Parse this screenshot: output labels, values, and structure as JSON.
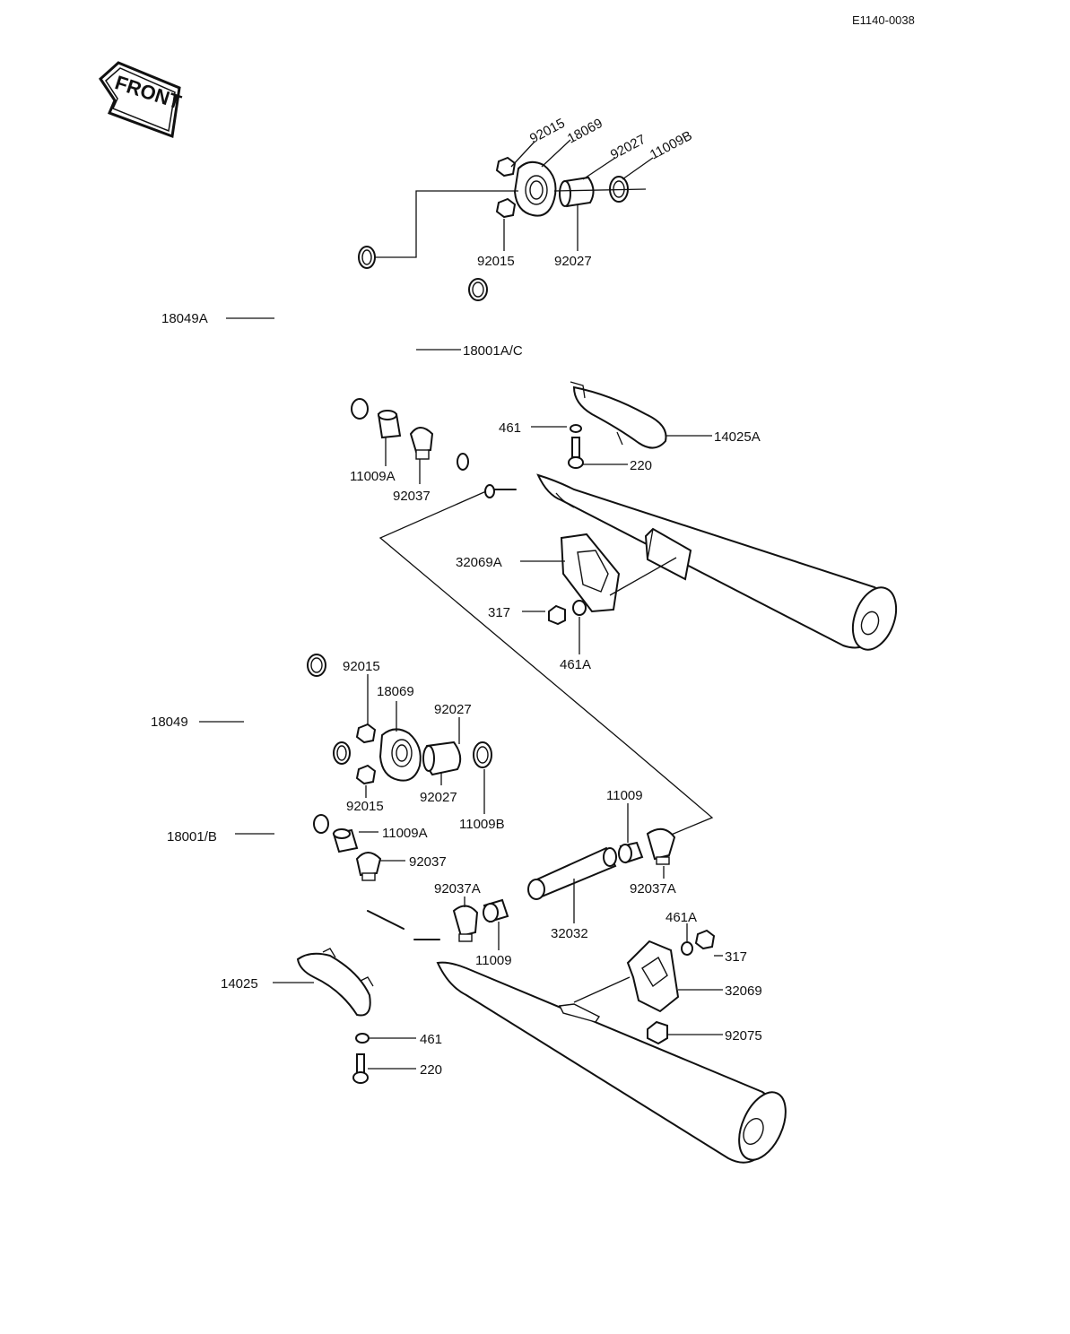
{
  "diagram_code": "E1140-0038",
  "front_label": "FRONT",
  "labels": {
    "l_92015_a": "92015",
    "l_18069_a": "18069",
    "l_92027_a": "92027",
    "l_11009B_a": "11009B",
    "l_92015_b": "92015",
    "l_92027_b": "92027",
    "l_18049A": "18049A",
    "l_18001AC": "18001A/C",
    "l_461_a": "461",
    "l_14025A": "14025A",
    "l_220_a": "220",
    "l_11009A_a": "11009A",
    "l_92037_a": "92037",
    "l_32069A": "32069A",
    "l_317_a": "317",
    "l_461A_a": "461A",
    "l_92015_c": "92015",
    "l_18069_b": "18069",
    "l_92027_c": "92027",
    "l_18049": "18049",
    "l_92015_d": "92015",
    "l_92027_d": "92027",
    "l_11009B_b": "11009B",
    "l_11009_a": "11009",
    "l_18001B": "18001/B",
    "l_11009A_b": "11009A",
    "l_92037_b": "92037",
    "l_92037A_a": "92037A",
    "l_92037A_b": "92037A",
    "l_32032": "32032",
    "l_461A_b": "461A",
    "l_11009_b": "11009",
    "l_317_b": "317",
    "l_32069": "32069",
    "l_14025": "14025",
    "l_92075": "92075",
    "l_461_b": "461",
    "l_220_b": "220"
  }
}
